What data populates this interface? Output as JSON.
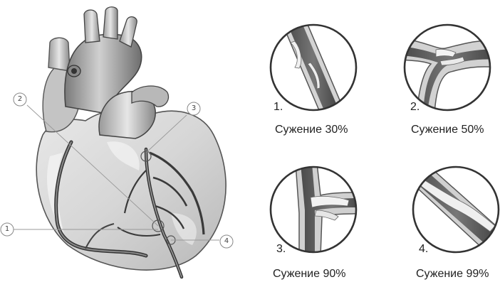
{
  "callouts": [
    "1",
    "2",
    "3",
    "4"
  ],
  "panels": [
    {
      "number": "1.",
      "caption": "Сужение 30%"
    },
    {
      "number": "2.",
      "caption": "Сужение 50%"
    },
    {
      "number": "3.",
      "caption": "Сужение 90%"
    },
    {
      "number": "4.",
      "caption": "Сужение 99%"
    }
  ]
}
